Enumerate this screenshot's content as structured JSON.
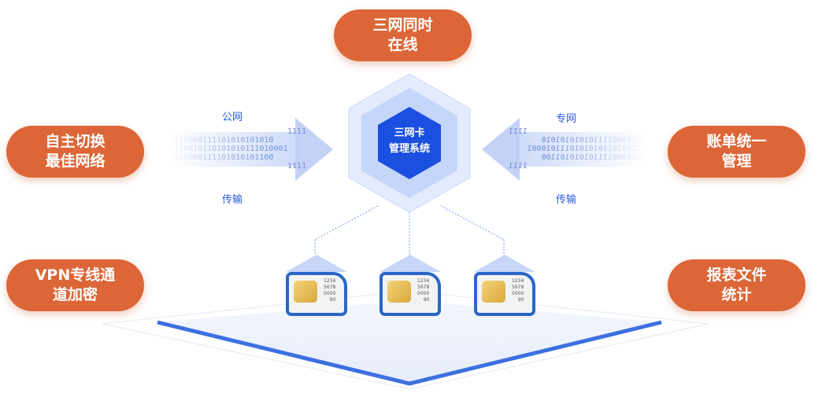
{
  "center": {
    "title_line1": "三网卡",
    "title_line2": "管理系统"
  },
  "features": {
    "top": {
      "line1": "三网同时",
      "line2": "在线"
    },
    "left_top": {
      "line1": "自主切换",
      "line2": "最佳网络"
    },
    "left_bottom": {
      "line1": "VPN专线通",
      "line2": "道加密"
    },
    "right_top": {
      "line1": "账单统一",
      "line2": "管理"
    },
    "right_bottom": {
      "line1": "报表文件",
      "line2": "统计"
    }
  },
  "flows": {
    "left": {
      "top_label": "公网",
      "bottom_label": "传输",
      "bits": [
        "1111",
        "1010000111101010101010",
        "0110010110101010111010001",
        "1010000111101010101100",
        "1111"
      ]
    },
    "right": {
      "top_label": "专网",
      "bottom_label": "传输",
      "bits": [
        "1111",
        "1010000111101010101010",
        "0110010110101010111010001",
        "1010000111101010101100",
        "1111"
      ]
    }
  },
  "sim_cards": [
    {
      "numbers": [
        "1234",
        "5678",
        "0000",
        "90"
      ]
    },
    {
      "numbers": [
        "1234",
        "5678",
        "0000",
        "90"
      ]
    },
    {
      "numbers": [
        "1234",
        "5678",
        "0000",
        "90"
      ]
    }
  ],
  "colors": {
    "accent": "#dc6637",
    "hex_dark": "#1a4fe0",
    "label": "#2a5bdc"
  }
}
